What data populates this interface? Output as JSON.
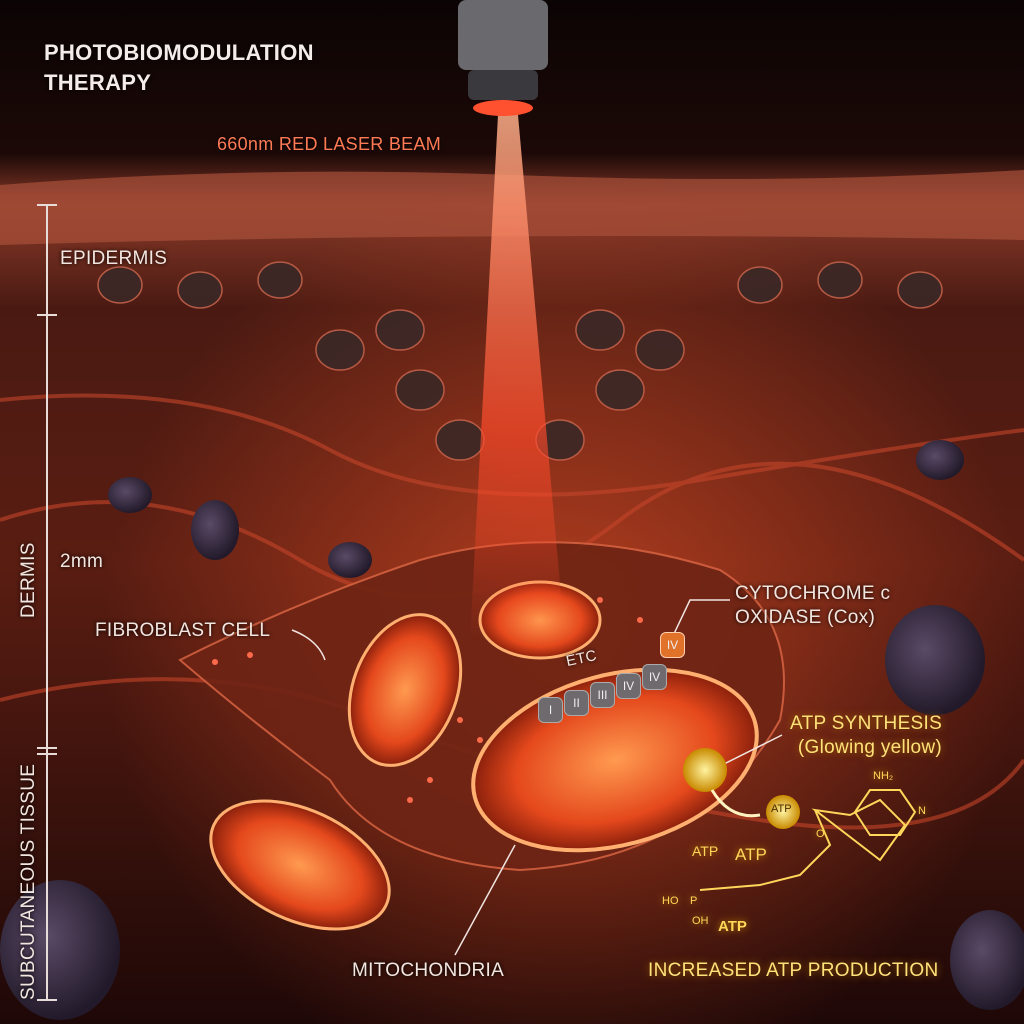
{
  "title_line1": "PHOTOBIOMODULATION",
  "title_line2": "THERAPY",
  "beam_label": "660nm RED LASER BEAM",
  "layers": {
    "epidermis": "EPIDERMIS",
    "dermis": "DERMIS",
    "depth": "2mm",
    "subcutaneous": "SUBCUTANEOUS TISSUE"
  },
  "labels": {
    "fibroblast": "FIBROBLAST CELL",
    "mitochondria": "MITOCHONDRIA",
    "etc": "ETC",
    "cox_line1": "CYTOCHROME c",
    "cox_line2": "OXIDASE (Cox)",
    "atp_synthesis_line1": "ATP SYNTHESIS",
    "atp_synthesis_line2": "(Glowing yellow)",
    "increased_atp": "INCREASED ATP PRODUCTION"
  },
  "etc_complexes": [
    "I",
    "II",
    "III",
    "IV",
    "IV",
    "IV"
  ],
  "atp_molecule": {
    "labels": [
      "ATP",
      "ATP",
      "ATP",
      "ATP"
    ],
    "amine": "NH₂",
    "n": "N",
    "o": "O",
    "ho": "HO",
    "oh": "OH",
    "p": "P"
  },
  "colors": {
    "beam": "#ff4a2a",
    "tissue": "#7a2416",
    "atp_glow": "#ffd75a",
    "background": "#0d0504"
  }
}
